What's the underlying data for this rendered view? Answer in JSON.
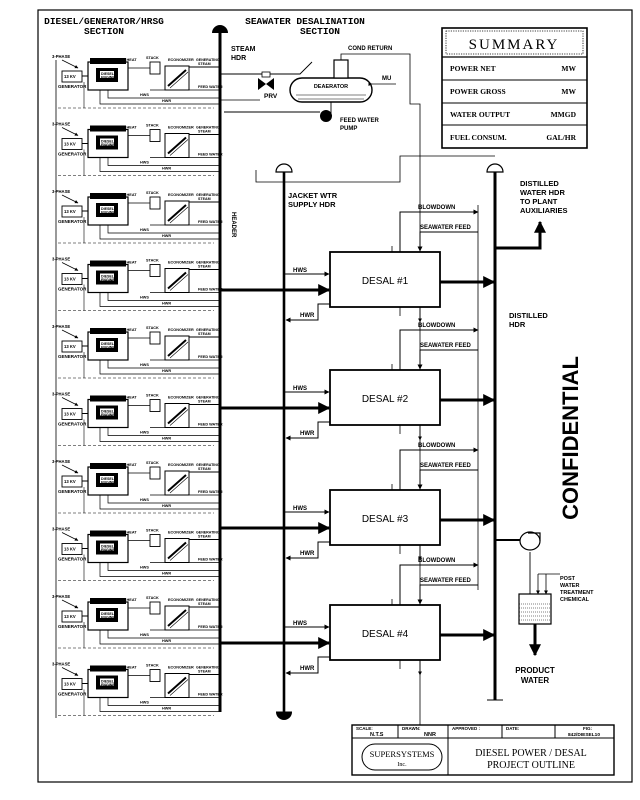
{
  "headers": {
    "diesel_section_line1": "DIESEL/GENERATOR/HRSG",
    "diesel_section_line2": "SECTION",
    "seawater_section_line1": "SEAWATER DESALINATION",
    "seawater_section_line2": "SECTION"
  },
  "labels": {
    "steam_hdr_line1": "STEAM",
    "steam_hdr_line2": "HDR",
    "cond_return": "COND RETURN",
    "deaerator": "DEAERATOR",
    "mu": "MU",
    "prv": "PRV",
    "feed_water_pump_line1": "FEED WATER",
    "feed_water_pump_line2": "PUMP",
    "jacket_wtr_line1": "JACKET WTR",
    "jacket_wtr_line2": "SUPPLY HDR",
    "header_vertical": "HEADER",
    "distilled_water_line1": "DISTILLED",
    "distilled_water_line2": "WATER HDR",
    "distilled_water_line3": "TO PLANT",
    "distilled_water_line4": "AUXILIARIES",
    "distilled_hdr_line1": "DISTILLED",
    "distilled_hdr_line2": "HDR",
    "post_water_line1": "POST",
    "post_water_line2": "WATER",
    "post_water_line3": "TREATMENT",
    "post_water_line4": "CHEMICAL",
    "product_water_line1": "PRODUCT",
    "product_water_line2": "WATER",
    "confidential": "CONFIDENTIAL"
  },
  "summary": {
    "title": "SUMMARY",
    "rows": [
      {
        "label": "POWER NET",
        "unit": "MW"
      },
      {
        "label": "POWER GROSS",
        "unit": "MW"
      },
      {
        "label": "WATER OUTPUT",
        "unit": "MMGD"
      },
      {
        "label": "FUEL CONSUM.",
        "unit": "GAL/HR"
      }
    ]
  },
  "desal_units": [
    {
      "name": "DESAL #1",
      "blowdown": "BLOWDOWN",
      "seawater_feed": "SEAWATER FEED",
      "hws": "HWS",
      "hwr": "HWR"
    },
    {
      "name": "DESAL #2",
      "blowdown": "BLOWDOWN",
      "seawater_feed": "SEAWATER FEED",
      "hws": "HWS",
      "hwr": "HWR"
    },
    {
      "name": "DESAL #3",
      "blowdown": "BLOWDOWN",
      "seawater_feed": "SEAWATER FEED",
      "hws": "HWS",
      "hwr": "HWR"
    },
    {
      "name": "DESAL #4",
      "blowdown": "BLOWDOWN",
      "seawater_feed": "SEAWATER FEED",
      "hws": "HWS",
      "hwr": "HWR"
    }
  ],
  "generator_unit": {
    "three_phase": "3-PHASE",
    "kv": "13 KV",
    "generator": "GENERATOR",
    "waste_heat": "WASTE HEAT",
    "diesel": "DIESEL",
    "engine": "ENGINE",
    "stack": "STACK",
    "economizer": "ECONOMIZER",
    "generating": "GENERATING",
    "steam": "STEAM",
    "feed_water": "FEED WATER",
    "hws": "HWS",
    "hwr": "HWR",
    "count": 10
  },
  "title_block": {
    "scale_label": "SCALE:",
    "scale_value": "N.T.S",
    "drawn_label": "DRAWN:",
    "drawn_value": "NNR",
    "approved_label": "APPROVED :",
    "date_label": "DATE:",
    "fig_label": "FIG:",
    "fig_value": "842/DIESEL10",
    "company_line1": "SUPERSYSTEMS",
    "company_line2": "Inc.",
    "project_line1": "DIESEL POWER / DESAL",
    "project_line2": "PROJECT OUTLINE"
  }
}
